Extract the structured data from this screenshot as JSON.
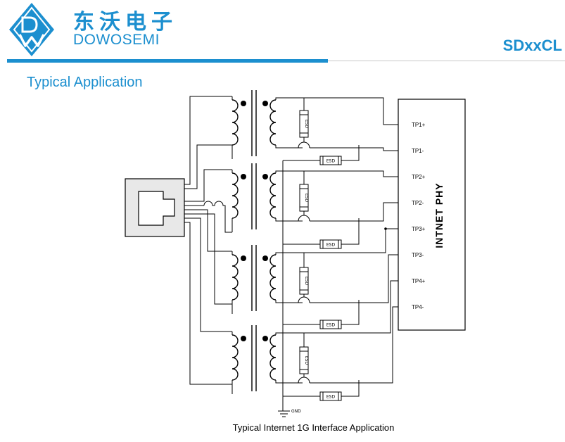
{
  "header": {
    "brand_cn": "东沃电子",
    "brand_en": "DOWOSEMI",
    "part_number": "SDxxCL",
    "logo_letters": "DW"
  },
  "section_title": "Typical Application",
  "diagram": {
    "phy_label": "INTNET PHY",
    "pins": [
      "TP1+",
      "TP1-",
      "TP2+",
      "TP2-",
      "TP3+",
      "TP3-",
      "TP4+",
      "TP4-"
    ],
    "esd_label": "ESD",
    "gnd_label": "GND",
    "colors": {
      "brand": "#1c8fcf",
      "line": "#000000",
      "connector_fill": "#e8e8e8"
    }
  },
  "caption": "Typical Internet 1G Interface Application"
}
